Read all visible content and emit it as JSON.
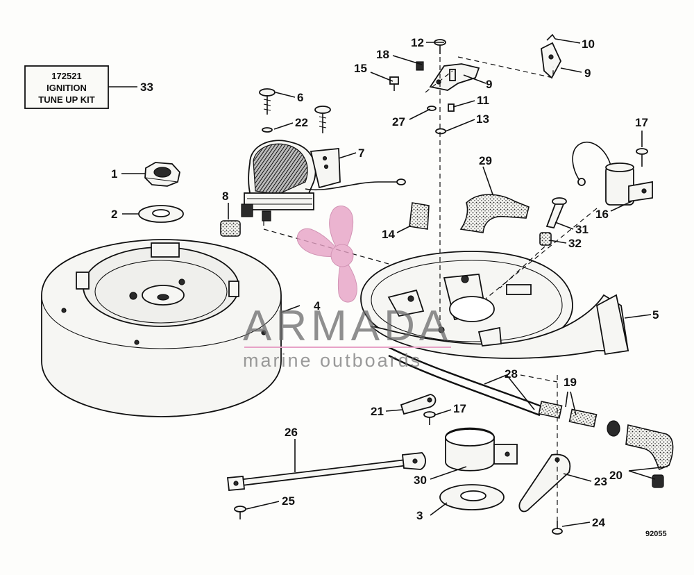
{
  "kit_box": {
    "part_number": "172521",
    "line1": "IGNITION",
    "line2": "TUNE UP KIT",
    "callout": "33"
  },
  "callouts": [
    "1",
    "2",
    "3",
    "4",
    "5",
    "6",
    "7",
    "8",
    "9",
    "9",
    "10",
    "11",
    "12",
    "13",
    "14",
    "15",
    "16",
    "17",
    "17",
    "18",
    "19",
    "20",
    "21",
    "22",
    "23",
    "24",
    "25",
    "26",
    "27",
    "28",
    "29",
    "30",
    "31",
    "32"
  ],
  "drawing_number": "92055",
  "watermark": {
    "brand": "ARMADA",
    "tagline": "marine outboards",
    "logo_color": "#e7a2c6",
    "rule_color": "#e7a2c6"
  }
}
